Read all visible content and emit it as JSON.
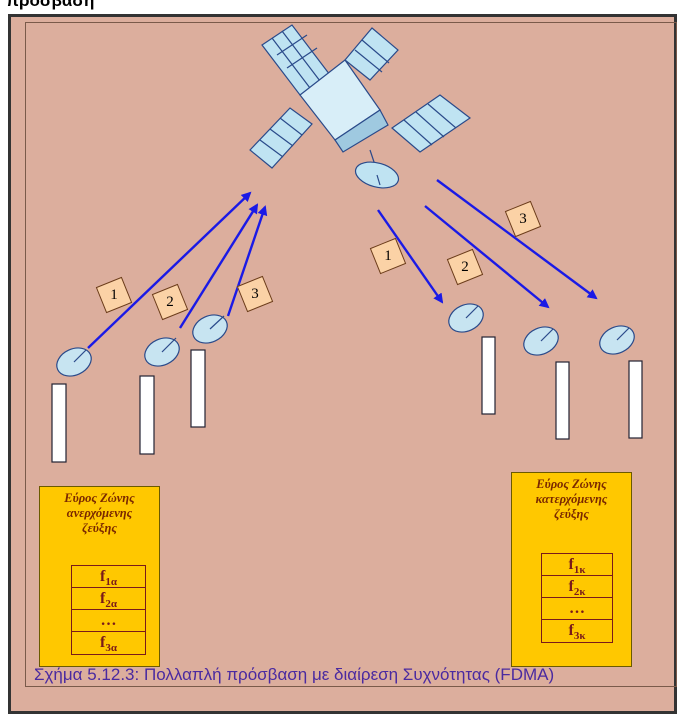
{
  "header_fragment": "<b>πρόσβαση</b>",
  "uplink": {
    "title_lines": [
      "Εύρος Ζώνης",
      "ανερχόμενης",
      "ζεύξης"
    ],
    "freqs": [
      {
        "base": "f",
        "sub": "1α"
      },
      {
        "base": "f",
        "sub": "2α"
      },
      {
        "base": "…",
        "sub": ""
      },
      {
        "base": "f",
        "sub": "3α"
      }
    ]
  },
  "downlink": {
    "title_lines": [
      "Εύρος Ζώνης",
      "κατερχόμενης",
      "ζεύξης"
    ],
    "freqs": [
      {
        "base": "f",
        "sub": "1κ"
      },
      {
        "base": "f",
        "sub": "2κ"
      },
      {
        "base": "…",
        "sub": ""
      },
      {
        "base": "f",
        "sub": "3κ"
      }
    ]
  },
  "labels": {
    "up1": "1",
    "up2": "2",
    "up3": "3",
    "down1": "1",
    "down2": "2",
    "down3": "3"
  },
  "caption": "Σχήμα 5.12.3: Πολλαπλή πρόσβαση με διαίρεση Συχνότητας (FDMA)",
  "colors": {
    "arrow": "#1a1ae6",
    "panel": "#dcae9d",
    "box": "#ffc800",
    "label_bg": "#fbd2a6"
  }
}
